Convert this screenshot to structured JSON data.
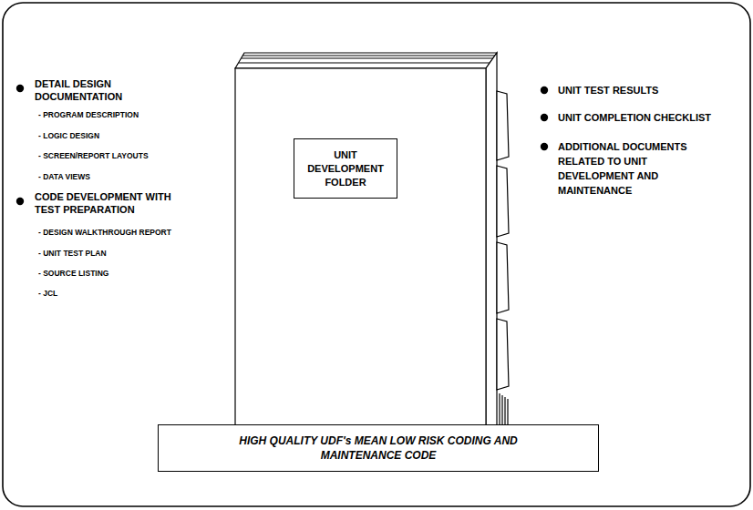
{
  "diagram": {
    "nodes": [
      {
        "text": [
          "UNIT DEVELOPMENT FOLDER"
        ]
      },
      {
        "text": [
          "HIGH QUALITY UDF's MEAN LOW RISK CODING AND MAINTENANCE CODE"
        ]
      }
    ],
    "labels": [
      "DETAIL DESIGN DOCUMENTATION",
      "- PROGRAM DESCRIPTION",
      "- LOGIC DESIGN",
      "- SCREEN/REPORT LAYOUTS",
      "- DATA VIEWS",
      "CODE DEVELOPMENT WITH TEST PREPARATION",
      "- DESIGN WALKTHROUGH REPORT",
      "- UNIT TEST PLAN",
      "- SOURCE LISTING",
      "- JCL",
      "UNIT TEST RESULTS",
      "UNIT COMPLETION CHECKLIST",
      "ADDITIONAL DOCUMENTS RELATED TO UNIT DEVELOPMENT AND MAINTENANCE"
    ]
  }
}
